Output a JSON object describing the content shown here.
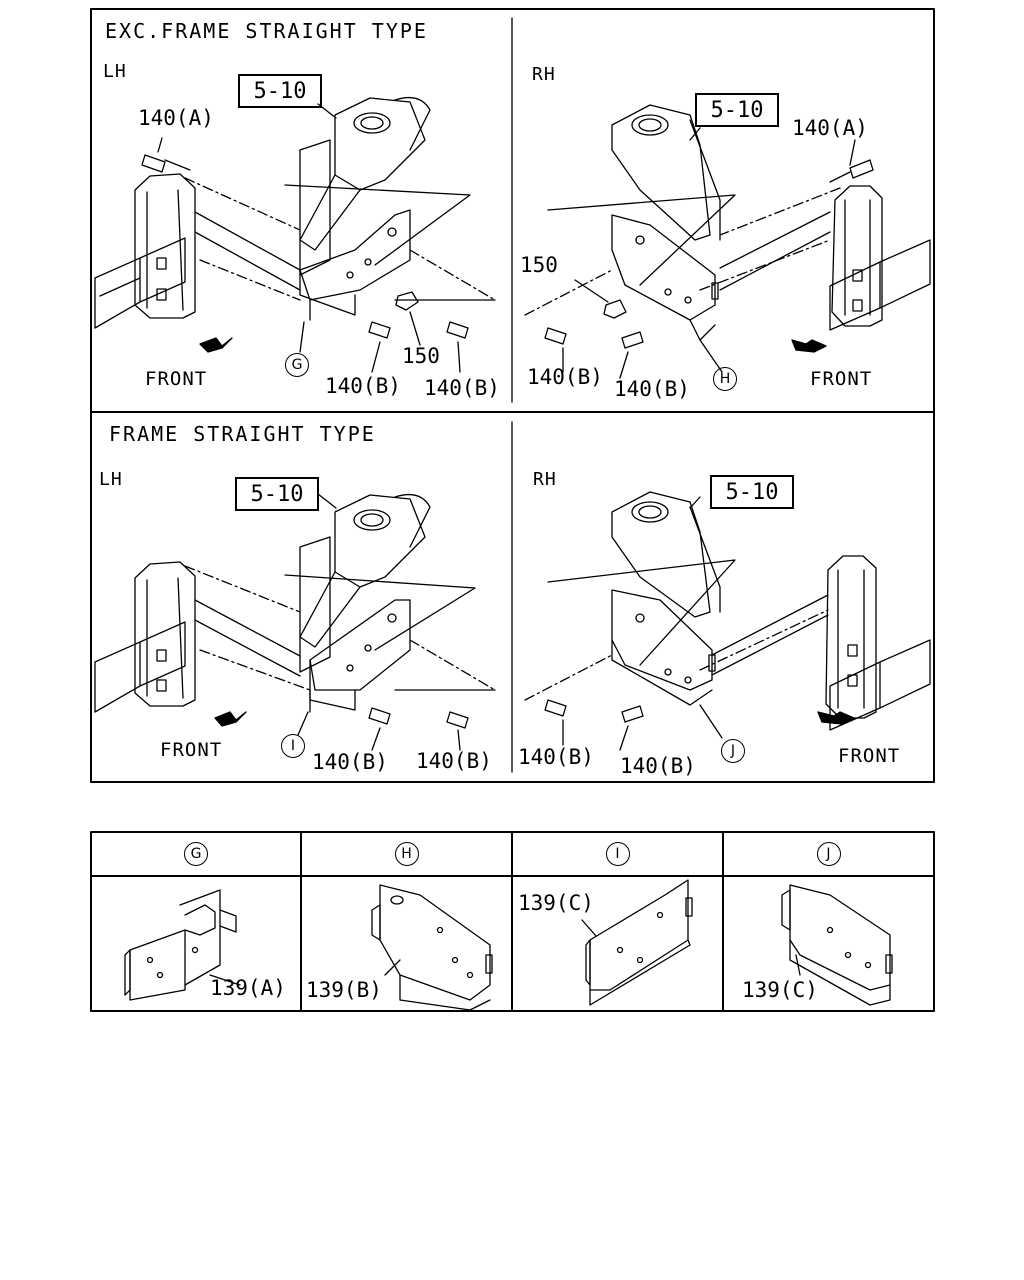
{
  "panels": {
    "top_left": {
      "heading": "EXC.FRAME STRAIGHT TYPE",
      "side": "LH",
      "ref": "5-10",
      "labels": {
        "bolt_a": "140(A)",
        "bolt_b1": "140(B)",
        "bolt_b2": "140(B)",
        "nut": "150",
        "front": "FRONT",
        "callout": "G"
      }
    },
    "top_right": {
      "side": "RH",
      "ref": "5-10",
      "labels": {
        "bolt_a": "140(A)",
        "bolt_b1": "140(B)",
        "bolt_b2": "140(B)",
        "nut": "150",
        "front": "FRONT",
        "callout": "H"
      }
    },
    "bottom_left": {
      "heading": "FRAME STRAIGHT TYPE",
      "side": "LH",
      "ref": "5-10",
      "labels": {
        "bolt_b1": "140(B)",
        "bolt_b2": "140(B)",
        "front": "FRONT",
        "callout": "I"
      }
    },
    "bottom_right": {
      "side": "RH",
      "ref": "5-10",
      "labels": {
        "bolt_b1": "140(B)",
        "bolt_b2": "140(B)",
        "front": "FRONT",
        "callout": "J"
      }
    }
  },
  "legend": [
    {
      "key": "G",
      "part": "139(A)"
    },
    {
      "key": "H",
      "part": "139(B)"
    },
    {
      "key": "I",
      "part": "139(C)"
    },
    {
      "key": "J",
      "part": "139(C)"
    }
  ]
}
